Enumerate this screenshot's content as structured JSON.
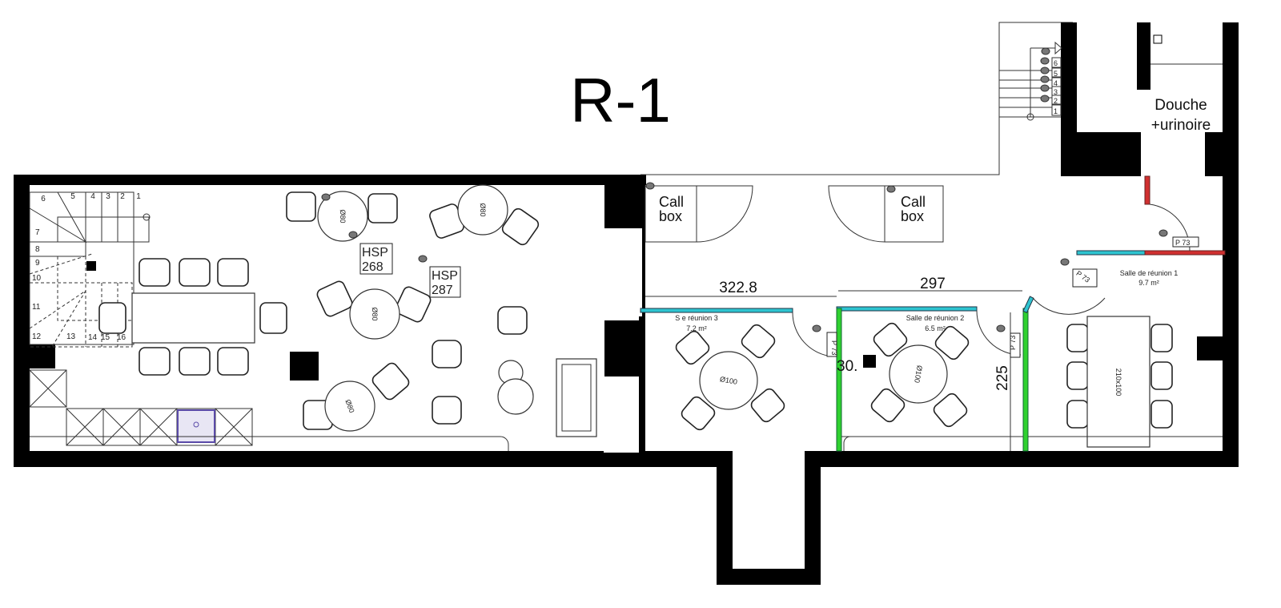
{
  "title": "R-1",
  "rooms": {
    "shower": [
      "Douche",
      "+urinoire"
    ],
    "meeting1": {
      "name": "Salle de réunion 1",
      "area": "9.7 m²"
    },
    "meeting2": {
      "name": "Salle de réunion 2",
      "area": "6.5 m²"
    },
    "meeting3": {
      "name": "S   e réunion 3",
      "area": "7.2 m²"
    },
    "callbox_left": [
      "Call",
      "box"
    ],
    "callbox_right": [
      "Call",
      "box"
    ]
  },
  "dimensions": {
    "d1": "322.8",
    "d2": "297",
    "d3": "225",
    "d4": "30."
  },
  "hsp": [
    {
      "l1": "HSP",
      "l2": "268"
    },
    {
      "l1": "HSP",
      "l2": "287"
    }
  ],
  "tables": {
    "small": "Ø80",
    "medium": "Ø100",
    "rect": "210x100"
  },
  "door_tag": "P 73",
  "stair_left": [
    "1",
    "2",
    "3",
    "4",
    "5",
    "6",
    "7",
    "8",
    "9",
    "10",
    "11",
    "12",
    "13",
    "14",
    "15",
    "16"
  ],
  "stair_right": [
    "1",
    "2",
    "3",
    "4",
    "5",
    "6"
  ],
  "colors": {
    "cyan": "#2ec4d0",
    "green": "#2fd12f",
    "red": "#d03030",
    "sink": "#5a4aa8"
  }
}
